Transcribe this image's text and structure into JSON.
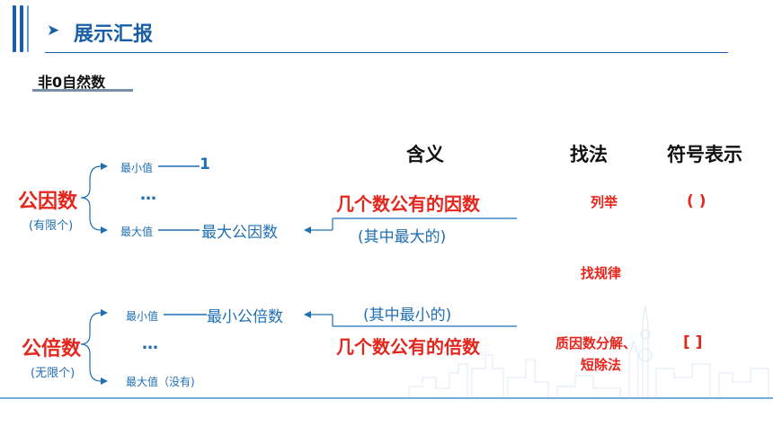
{
  "header": {
    "arrow_glyph": "➤",
    "title": "展示汇报",
    "accent_color": "#1a5fa6"
  },
  "tag": {
    "label": "非0自然数"
  },
  "columns": {
    "meaning": "含义",
    "method": "找法",
    "notation": "符号表示"
  },
  "gcf": {
    "name": "公因数",
    "note": "(有限个)",
    "min_label": "最小值",
    "min_value": "1",
    "ellipsis": "…",
    "max_label": "最大值",
    "max_value": "最大公因数",
    "definition": "几个数公有的因数",
    "sub_note": "(其中最大的)",
    "method": "列举",
    "symbol": "(       )"
  },
  "middle_method": "找规律",
  "lcm": {
    "name": "公倍数",
    "note": "(无限个)",
    "min_label": "最小值",
    "min_value": "最小公倍数",
    "ellipsis": "…",
    "max_label": "最大值（没有)",
    "definition": "几个数公有的倍数",
    "sub_note": "(其中最小的)",
    "method_line1": "质因数分解、",
    "method_line2": "短除法",
    "symbol": "[       ]"
  },
  "colors": {
    "blue": "#1f6fb2",
    "red": "#e5261d",
    "title_blue": "#1a5fa6"
  }
}
